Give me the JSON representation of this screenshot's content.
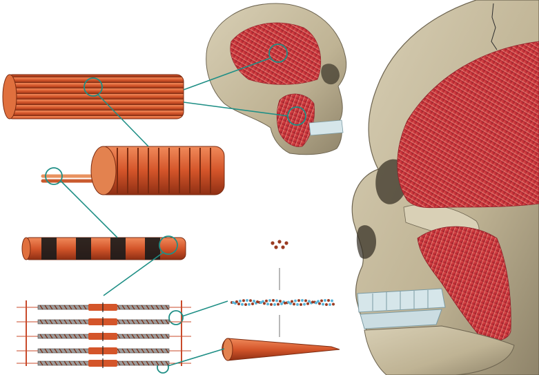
{
  "figure": {
    "subject": "skeletal-muscle-hierarchy",
    "colors": {
      "muscle_red": "#c8323a",
      "fiber_orange": "#d4552a",
      "bone": "#c9bfa3",
      "tooth": "#d6e6ea",
      "callout_teal": "#1f8f86",
      "actin_blue": "#5ab4d8",
      "myosin_brown": "#9a3b22"
    },
    "panels": [
      {
        "id": "skull-large",
        "icon": "skull-with-temporalis-and-masseter"
      },
      {
        "id": "skull-small",
        "icon": "skull-with-temporalis-and-masseter"
      },
      {
        "id": "fascicle",
        "icon": "bundle-of-muscle-fibers"
      },
      {
        "id": "muscle-fiber",
        "icon": "fiber-with-myofibrils"
      },
      {
        "id": "myofibril",
        "icon": "banded-myofibril"
      },
      {
        "id": "sarcomere",
        "icon": "sarcomere-filament-array"
      },
      {
        "id": "molecules",
        "icon": "actin-myosin-molecules"
      }
    ]
  }
}
